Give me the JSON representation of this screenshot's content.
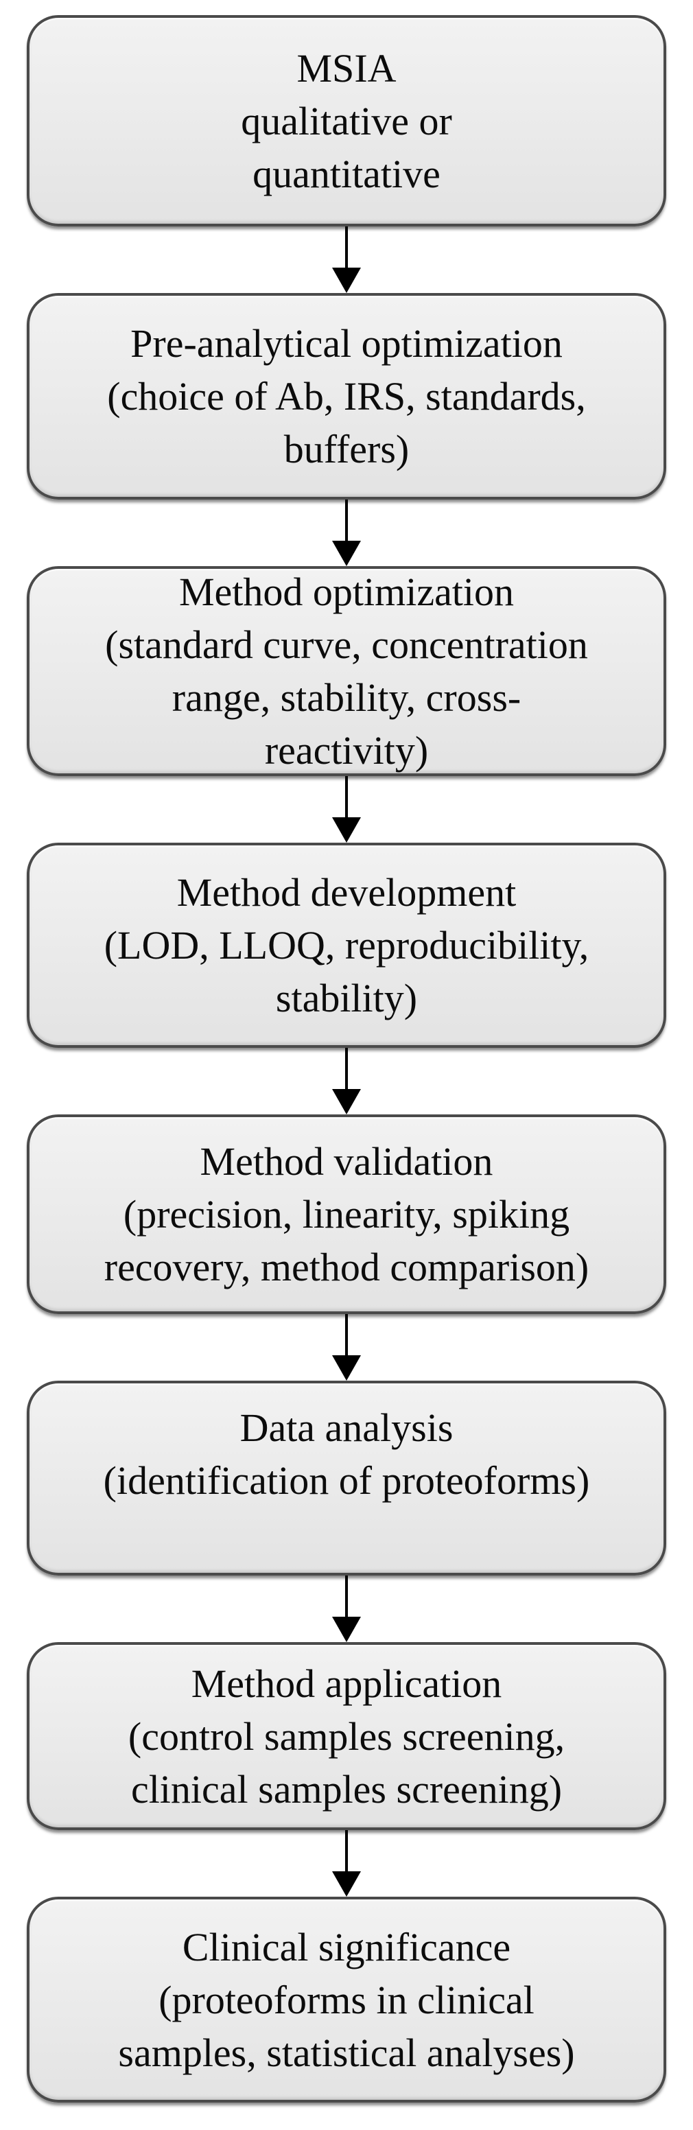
{
  "colors": {
    "background": "#ffffff",
    "box_fill": "#eaeaea",
    "box_border": "#4a4a4a",
    "arrow": "#000000",
    "text": "#0c0c0c"
  },
  "icons": {
    "connector": "down-arrow-icon"
  },
  "steps": [
    {
      "id": "msia",
      "lines": [
        "MSIA",
        "qualitative or",
        "quantitative"
      ]
    },
    {
      "id": "pre-analytical-optimization",
      "lines": [
        "Pre-analytical optimization",
        "(choice of Ab, IRS, standards,",
        "buffers)"
      ]
    },
    {
      "id": "method-optimization",
      "lines": [
        "Method optimization",
        "(standard curve, concentration",
        "range, stability, cross-",
        "reactivity)"
      ]
    },
    {
      "id": "method-development",
      "lines": [
        "Method development",
        "(LOD, LLOQ, reproducibility,",
        "stability)"
      ]
    },
    {
      "id": "method-validation",
      "lines": [
        "Method validation",
        "(precision, linearity, spiking",
        "recovery, method comparison)"
      ]
    },
    {
      "id": "data-analysis",
      "lines": [
        "Data analysis",
        "(identification of proteoforms)"
      ]
    },
    {
      "id": "method-application",
      "lines": [
        "Method application",
        "(control samples screening,",
        "clinical samples screening)"
      ]
    },
    {
      "id": "clinical-significance",
      "lines": [
        "Clinical significance",
        "(proteoforms in clinical",
        "samples, statistical analyses)"
      ]
    }
  ]
}
